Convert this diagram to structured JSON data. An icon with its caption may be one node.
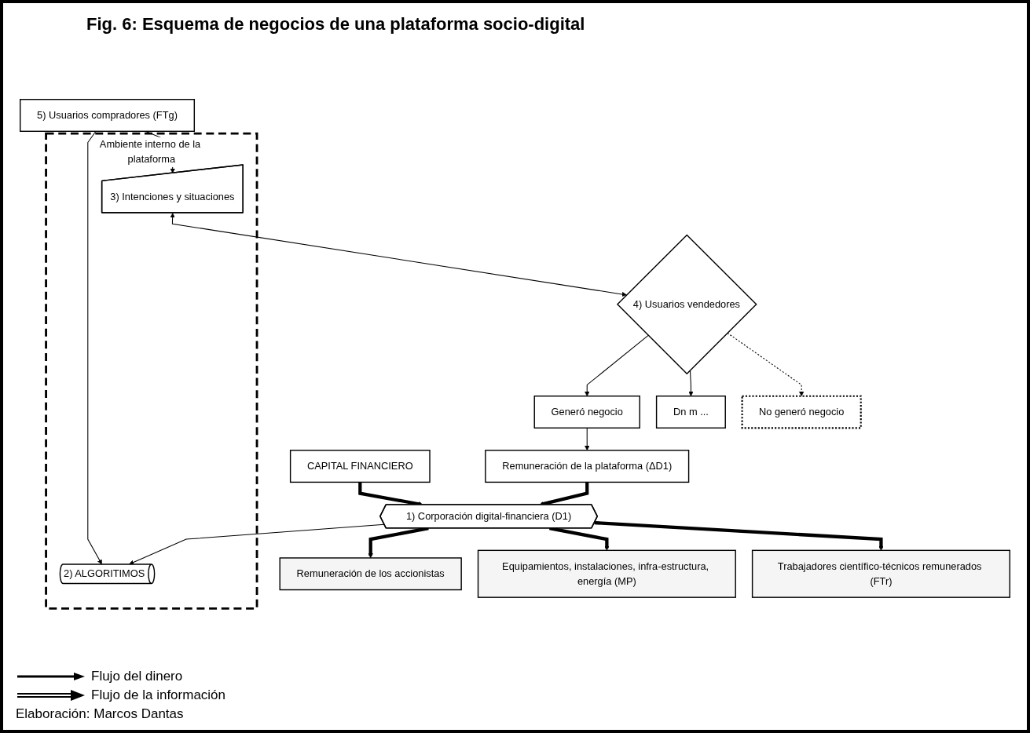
{
  "diagram": {
    "title": "Fig. 6: Esquema de negocios de una plataforma socio-digital",
    "nodes": [
      {
        "text": [
          "Remuneración de los accionistas"
        ]
      },
      {
        "text": [
          "Generó negocio"
        ]
      },
      {
        "text": [
          "Equipamientos, instalaciones, infra-estructura, energía (MP)"
        ]
      },
      {
        "text": [
          "Remuneración de la plataforma (ΔD1)"
        ]
      },
      {
        "text": [
          "Dn m ..."
        ]
      },
      {
        "text": [
          "Ambiente interno de la plataforma"
        ]
      },
      {
        "text": [
          "CAPITAL FINANCIERO"
        ]
      },
      {
        "text": [
          "1) Corporación digital-financiera (D1)"
        ]
      },
      {
        "text": [
          "2) ALGORITIMOS"
        ],
        "in": 5
      },
      {
        "text": [
          "3) Intenciones y situaciones"
        ],
        "in": 5
      },
      {
        "text": [
          "4) Usuarios vendedores"
        ]
      },
      {
        "text": [
          "No generó negocio"
        ]
      },
      {
        "text": [
          "Trabajadores científico-técnicos remunerados (FTr)"
        ]
      },
      {
        "text": [
          "5) Usuarios compradores (FTg)"
        ]
      }
    ],
    "edges": [
      {
        "from": 6,
        "to": 7,
        "arrow": "to",
        "style": "thick"
      },
      {
        "from": 7,
        "to": 0,
        "arrow": "to",
        "style": "thick"
      },
      {
        "from": 7,
        "to": 2,
        "arrow": "to",
        "style": "thick"
      },
      {
        "from": 3,
        "to": 7,
        "arrow": "to",
        "style": "thick"
      },
      {
        "from": 7,
        "to": 12,
        "arrow": "to",
        "style": "thick"
      },
      {
        "from": 1,
        "to": 3,
        "arrow": "to"
      },
      {
        "from": 10,
        "to": 1,
        "arrow": "to"
      },
      {
        "from": 10,
        "to": 4,
        "arrow": "to"
      },
      {
        "from": 10,
        "to": 11,
        "arrow": "to",
        "style": "dashed"
      },
      {
        "from": 7,
        "to": 8,
        "arrow": "to"
      },
      {
        "from": 13,
        "to": 8,
        "arrow": "to"
      },
      {
        "from": 13,
        "to": 9,
        "arrow": "to"
      },
      {
        "from": 9,
        "to": 10,
        "arrow": "both"
      }
    ],
    "labels": [
      "Elaboración: Marcos Dantas"
    ],
    "legend": [
      {
        "text": "Flujo del dinero"
      },
      {
        "text": "Flujo de la información"
      }
    ]
  }
}
